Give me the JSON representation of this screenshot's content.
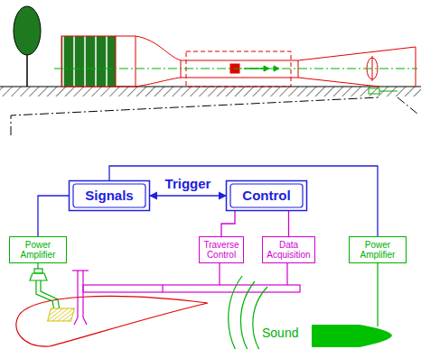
{
  "diagram": {
    "nodes": [
      {
        "text": [
          "Signals"
        ]
      },
      {
        "text": [
          "Control"
        ]
      },
      {
        "text": [
          "Power Amplifier"
        ]
      },
      {
        "text": [
          "Traverse Control"
        ]
      },
      {
        "text": [
          "Data Acquisition"
        ]
      },
      {
        "text": [
          "Power Amplifier"
        ]
      }
    ],
    "edges": [
      {
        "from": 0,
        "to": 1,
        "label": "Trigger",
        "arrow": "both"
      },
      {
        "from": 0,
        "to": 2,
        "arrow": "none"
      },
      {
        "from": 1,
        "to": 3,
        "arrow": "none"
      },
      {
        "from": 1,
        "to": 4,
        "arrow": "none"
      },
      {
        "from": 0,
        "to": 5,
        "arrow": "none"
      }
    ],
    "labels": [
      "Sound"
    ]
  }
}
